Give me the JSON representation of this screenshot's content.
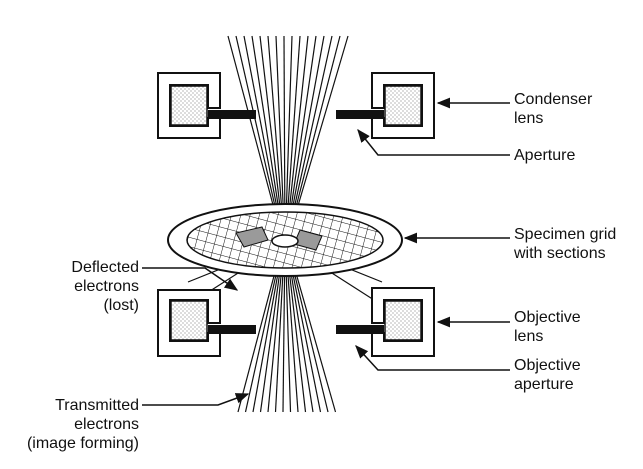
{
  "labels": {
    "condenser_lens": [
      "Condenser",
      "lens"
    ],
    "aperture": "Aperture",
    "specimen_grid": [
      "Specimen grid",
      "with sections"
    ],
    "objective_lens": [
      "Objective",
      "lens"
    ],
    "objective_aperture": [
      "Objective",
      "aperture"
    ],
    "deflected_electrons": [
      "Deflected",
      "electrons",
      "(lost)"
    ],
    "transmitted_electrons": [
      "Transmitted",
      "electrons",
      "(image forming)"
    ]
  },
  "colors": {
    "line": "#111111",
    "stipple": "#bdbdbd",
    "section_fill": "#9a9a9a"
  }
}
